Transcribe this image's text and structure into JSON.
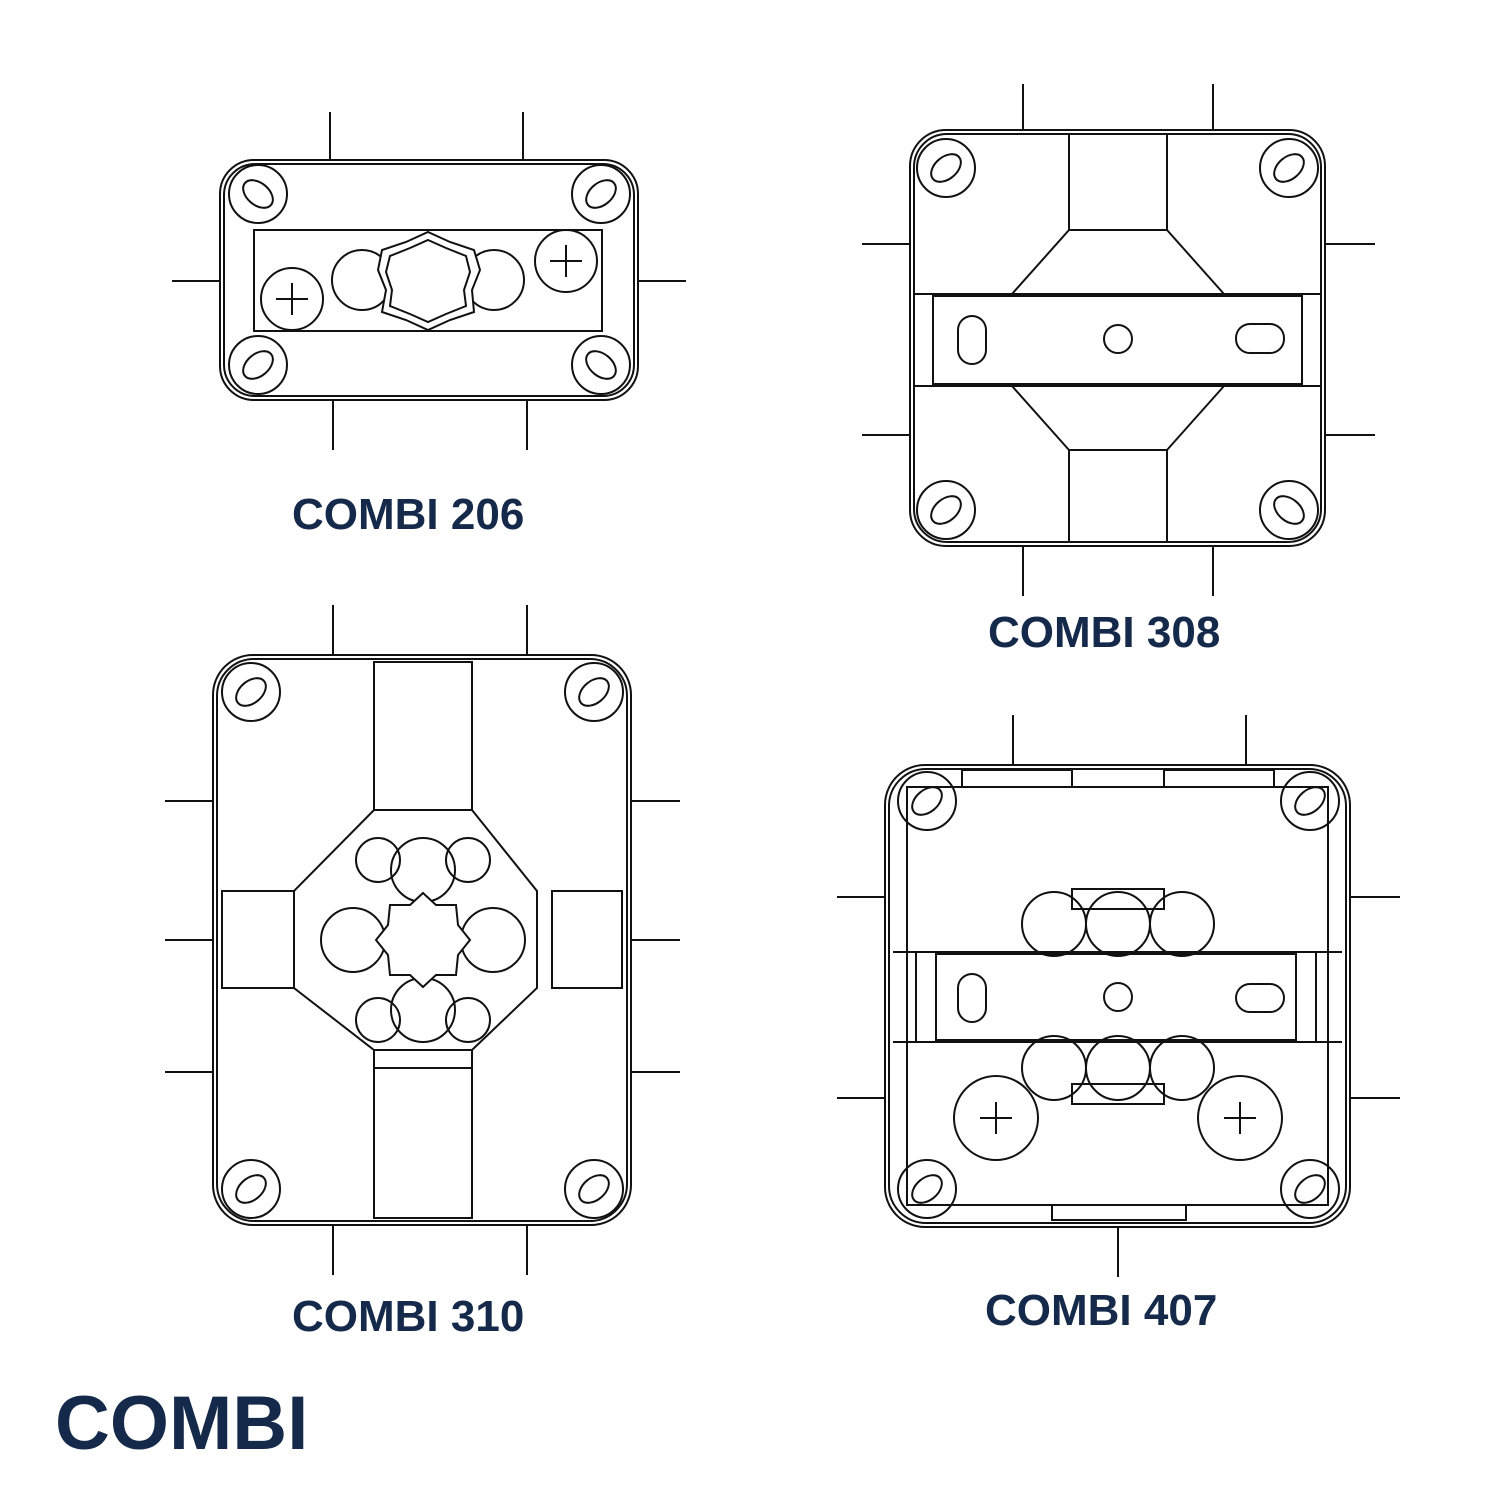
{
  "title": "COMBI",
  "models": [
    {
      "id": "206",
      "label": "COMBI 206"
    },
    {
      "id": "308",
      "label": "COMBI 308"
    },
    {
      "id": "310",
      "label": "COMBI 310"
    },
    {
      "id": "407",
      "label": "COMBI 407"
    }
  ],
  "colors": {
    "line": "#111111",
    "text": "#15294a",
    "background": "#ffffff"
  }
}
